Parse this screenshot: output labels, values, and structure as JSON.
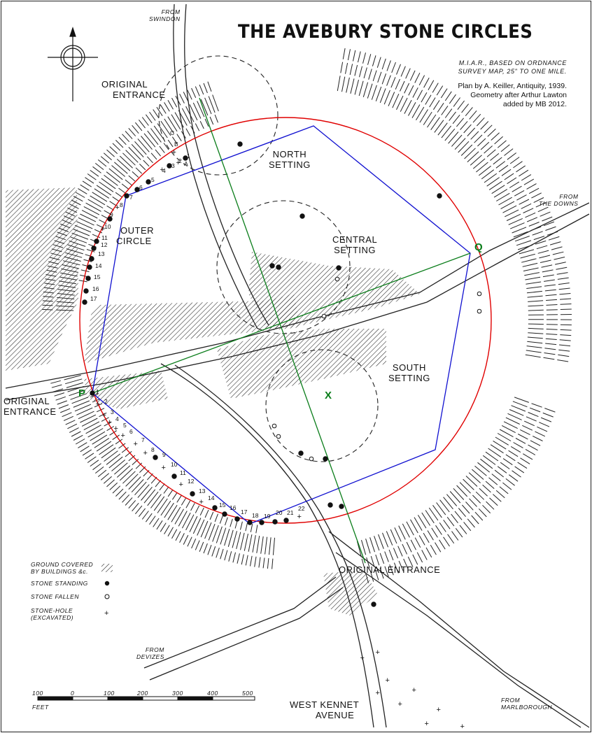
{
  "title": "THE AVEBURY STONE CIRCLES",
  "credit_lines": [
    "M.I.A.R., BASED ON ORDNANCE",
    "SURVEY MAP, 25\" TO ONE MILE."
  ],
  "note_lines": [
    "Plan by A. Keiller, Antiquity, 1939.",
    "Geometry after Arthur Lawton",
    "added by MB 2012."
  ],
  "labels": {
    "entrance_nw": [
      "ORIGINAL",
      "ENTRANCE"
    ],
    "entrance_w": [
      "ORIGINAL",
      "ENTRANCE"
    ],
    "entrance_s": "ORIGINAL ENTRANCE",
    "north_setting": [
      "NORTH",
      "SETTING"
    ],
    "central_setting": [
      "CENTRAL",
      "SETTING"
    ],
    "south_setting": [
      "SOUTH",
      "SETTING"
    ],
    "outer_circle": [
      "OUTER",
      "CIRCLE"
    ],
    "avenue": [
      "WEST KENNET",
      "AVENUE"
    ]
  },
  "roads": {
    "swindon": [
      "FROM",
      "SWINDON"
    ],
    "downs": [
      "FROM",
      "THE DOWNS"
    ],
    "devizes": [
      "FROM",
      "DEVIZES"
    ],
    "marlborough": [
      "FROM",
      "MARLBOROUGH"
    ]
  },
  "points": {
    "p": "P",
    "q": "Q",
    "x": "X"
  },
  "legend": [
    {
      "label": "GROUND COVERED BY BUILDINGS &c.",
      "lines": [
        "GROUND COVERED",
        "BY BUILDINGS &c."
      ],
      "symbol": "hatch"
    },
    {
      "label": "STONE STANDING",
      "symbol": "filled-dot"
    },
    {
      "label": "STONE FALLEN",
      "symbol": "open-dot"
    },
    {
      "label": "STONE-HOLE (EXCAVATED)",
      "lines": [
        "STONE-HOLE",
        "(EXCAVATED)"
      ],
      "symbol": "plus"
    }
  ],
  "scale": {
    "ticks": [
      "100",
      "0",
      "100",
      "200",
      "300",
      "400",
      "500"
    ],
    "unit": "FEET"
  },
  "stone_numbers_nw": [
    "1",
    "2",
    "3",
    "4",
    "5",
    "6",
    "7",
    "8",
    "9",
    "10",
    "11",
    "12",
    "13",
    "14",
    "15",
    "16",
    "17",
    "A",
    "B",
    "C"
  ],
  "stone_numbers_sw": [
    "1",
    "2",
    "3",
    "4",
    "5",
    "6",
    "7",
    "8",
    "9",
    "10",
    "11",
    "12",
    "13",
    "14",
    "15",
    "16",
    "17",
    "18",
    "19",
    "20",
    "21",
    "22"
  ],
  "colors": {
    "circle": "#e00000",
    "polygon": "#1010d0",
    "axis": "#0a7d1a",
    "ink": "#1a1a1a"
  }
}
